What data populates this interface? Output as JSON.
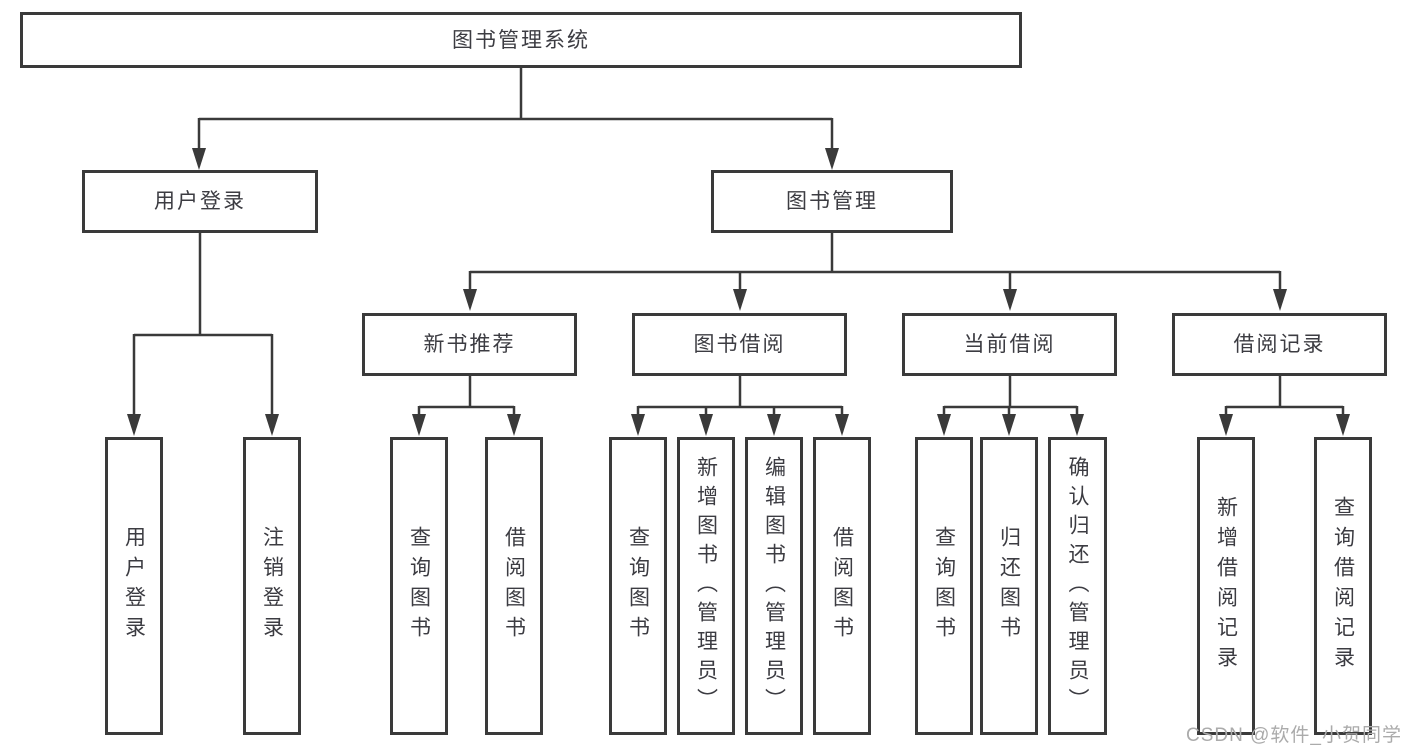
{
  "diagram": {
    "root": {
      "label": "图书管理系统"
    },
    "user_login": {
      "label": "用户登录",
      "leaves": [
        {
          "label": "用户登录"
        },
        {
          "label": "注销登录"
        }
      ]
    },
    "book_mgmt": {
      "label": "图书管理",
      "groups": [
        {
          "label": "新书推荐",
          "leaves": [
            {
              "label": "查询图书"
            },
            {
              "label": "借阅图书"
            }
          ]
        },
        {
          "label": "图书借阅",
          "leaves": [
            {
              "label": "查询图书"
            },
            {
              "label": "新增图书（管理员）"
            },
            {
              "label": "编辑图书（管理员）"
            },
            {
              "label": "借阅图书"
            }
          ]
        },
        {
          "label": "当前借阅",
          "leaves": [
            {
              "label": "查询图书"
            },
            {
              "label": "归还图书"
            },
            {
              "label": "确认归还（管理员）"
            }
          ]
        },
        {
          "label": "借阅记录",
          "leaves": [
            {
              "label": "新增借阅记录"
            },
            {
              "label": "查询借阅记录"
            }
          ]
        }
      ]
    },
    "watermark": "CSDN @软件_小贺同学",
    "colors": {
      "line": "#3a3a3a",
      "text": "#3c3c42",
      "watermark": "#ababab"
    }
  }
}
